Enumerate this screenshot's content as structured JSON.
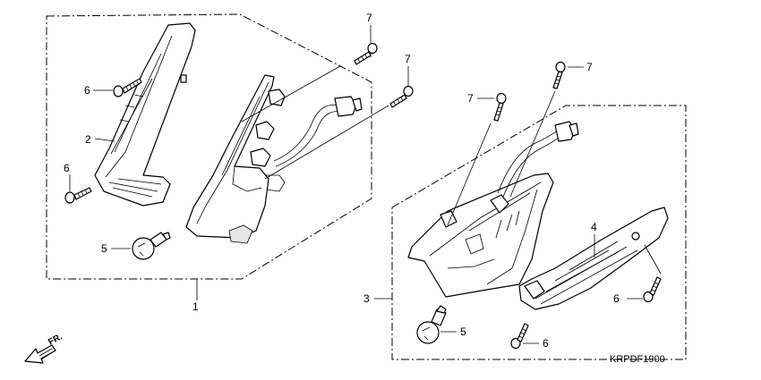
{
  "diagram": {
    "labels": {
      "l1": "1",
      "l2": "2",
      "l3": "3",
      "l4": "4",
      "l5a": "5",
      "l5b": "5",
      "l6a": "6",
      "l6b": "6",
      "l6c": "6",
      "l6d": "6",
      "l7a": "7",
      "l7b": "7",
      "l7c": "7",
      "l7d": "7"
    },
    "direction_marker": "FR.",
    "drawing_code": "KRPDF1900"
  }
}
